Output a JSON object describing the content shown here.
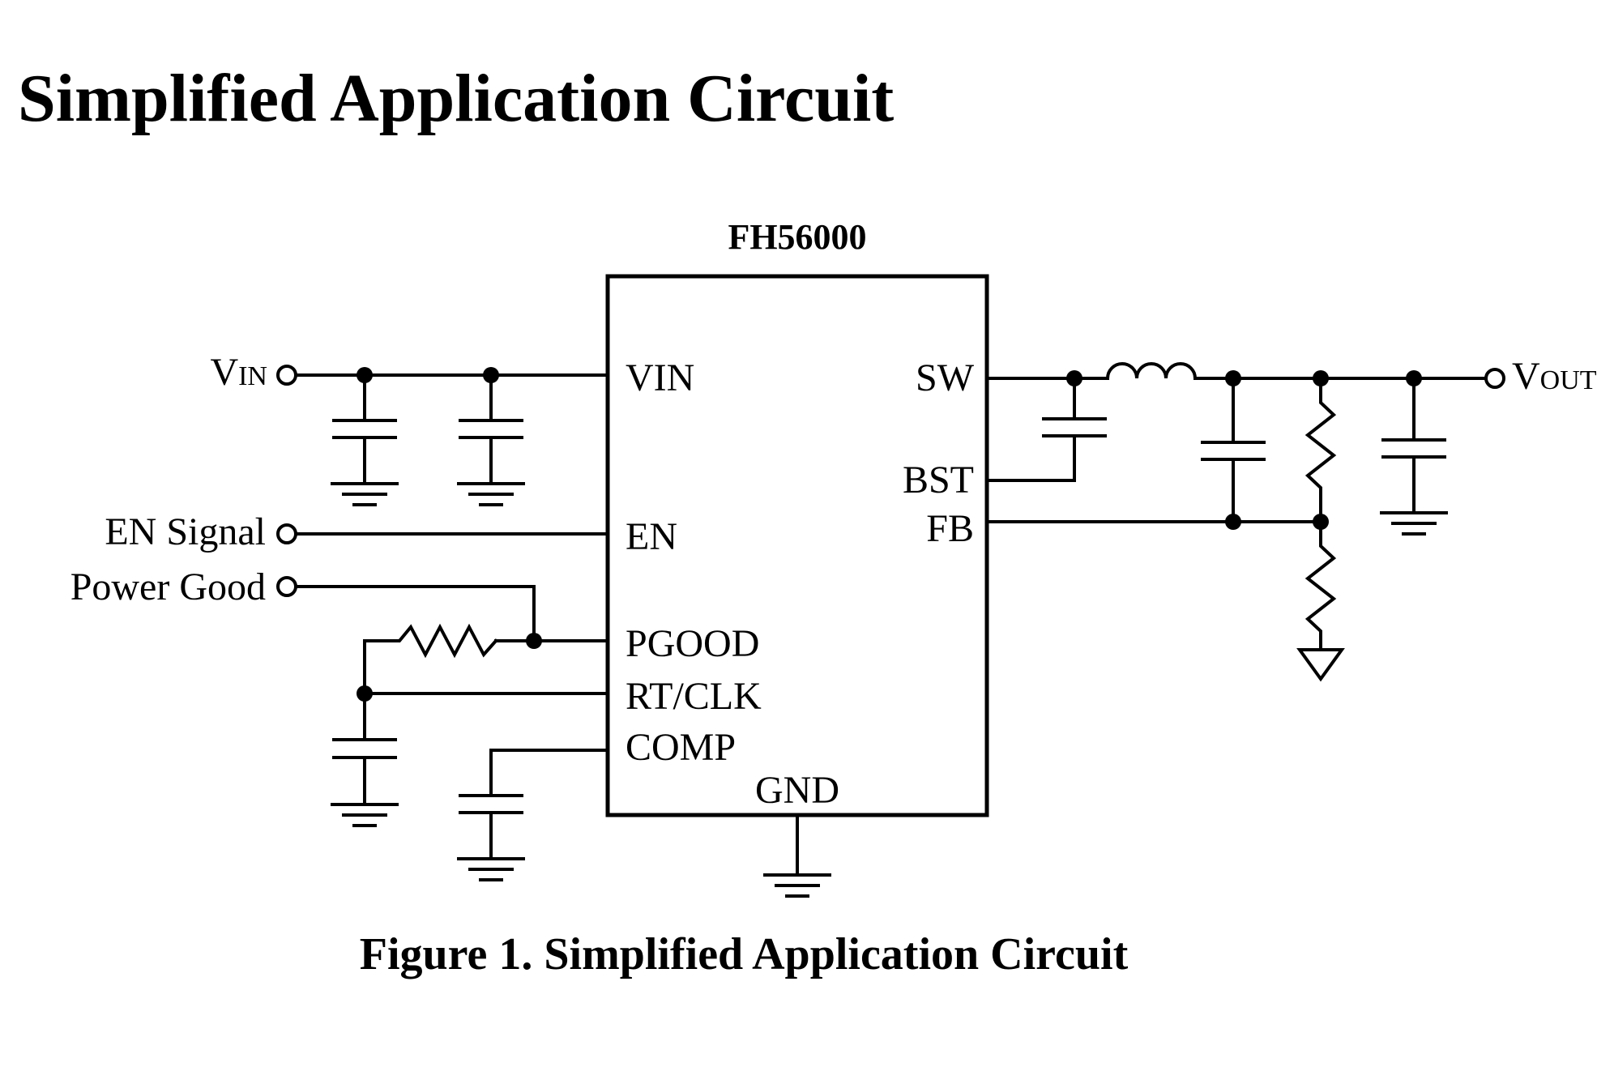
{
  "heading": "Simplified Application Circuit",
  "part_number": "FH56000",
  "pins": {
    "vin": "VIN",
    "en": "EN",
    "pgood": "PGOOD",
    "rtclk": "RT/CLK",
    "comp": "COMP",
    "gnd": "GND",
    "sw": "SW",
    "bst": "BST",
    "fb": "FB"
  },
  "terminals": {
    "vin_main": "V",
    "vin_sub": "IN",
    "en_signal": "EN Signal",
    "power_good": "Power Good",
    "vout_main": "V",
    "vout_sub": "OUT"
  },
  "caption": "Figure 1. Simplified Application Circuit"
}
